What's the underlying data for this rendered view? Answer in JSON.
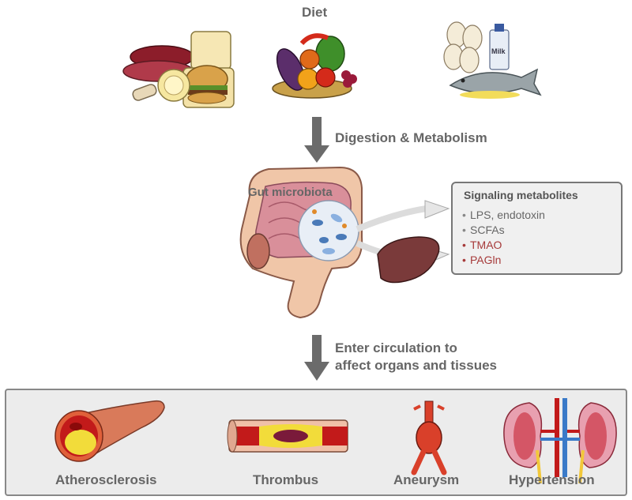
{
  "diet": {
    "title": "Diet",
    "milk_label": "Milk"
  },
  "steps": {
    "digestion": "Digestion & Metabolism",
    "circulation_line1": "Enter circulation to",
    "circulation_line2": "affect organs and tissues"
  },
  "gut": {
    "label": "Gut microbiota"
  },
  "signaling": {
    "title": "Signaling metabolites",
    "items": [
      {
        "text": "LPS, endotoxin",
        "highlight": false
      },
      {
        "text": "SCFAs",
        "highlight": false
      },
      {
        "text": "TMAO",
        "highlight": true
      },
      {
        "text": "PAGln",
        "highlight": true
      }
    ]
  },
  "outcomes": [
    {
      "label": "Atherosclerosis",
      "icon": "artery-plaque-icon"
    },
    {
      "label": "Thrombus",
      "icon": "vessel-clot-icon"
    },
    {
      "label": "Aneurysm",
      "icon": "aorta-aneurysm-icon"
    },
    {
      "label": "Hypertension",
      "icon": "kidneys-icon"
    }
  ],
  "colors": {
    "arrow": "#6b6b6b",
    "highlight_text": "#a63a3a",
    "box_border": "#777777",
    "box_fill": "#ececec"
  }
}
